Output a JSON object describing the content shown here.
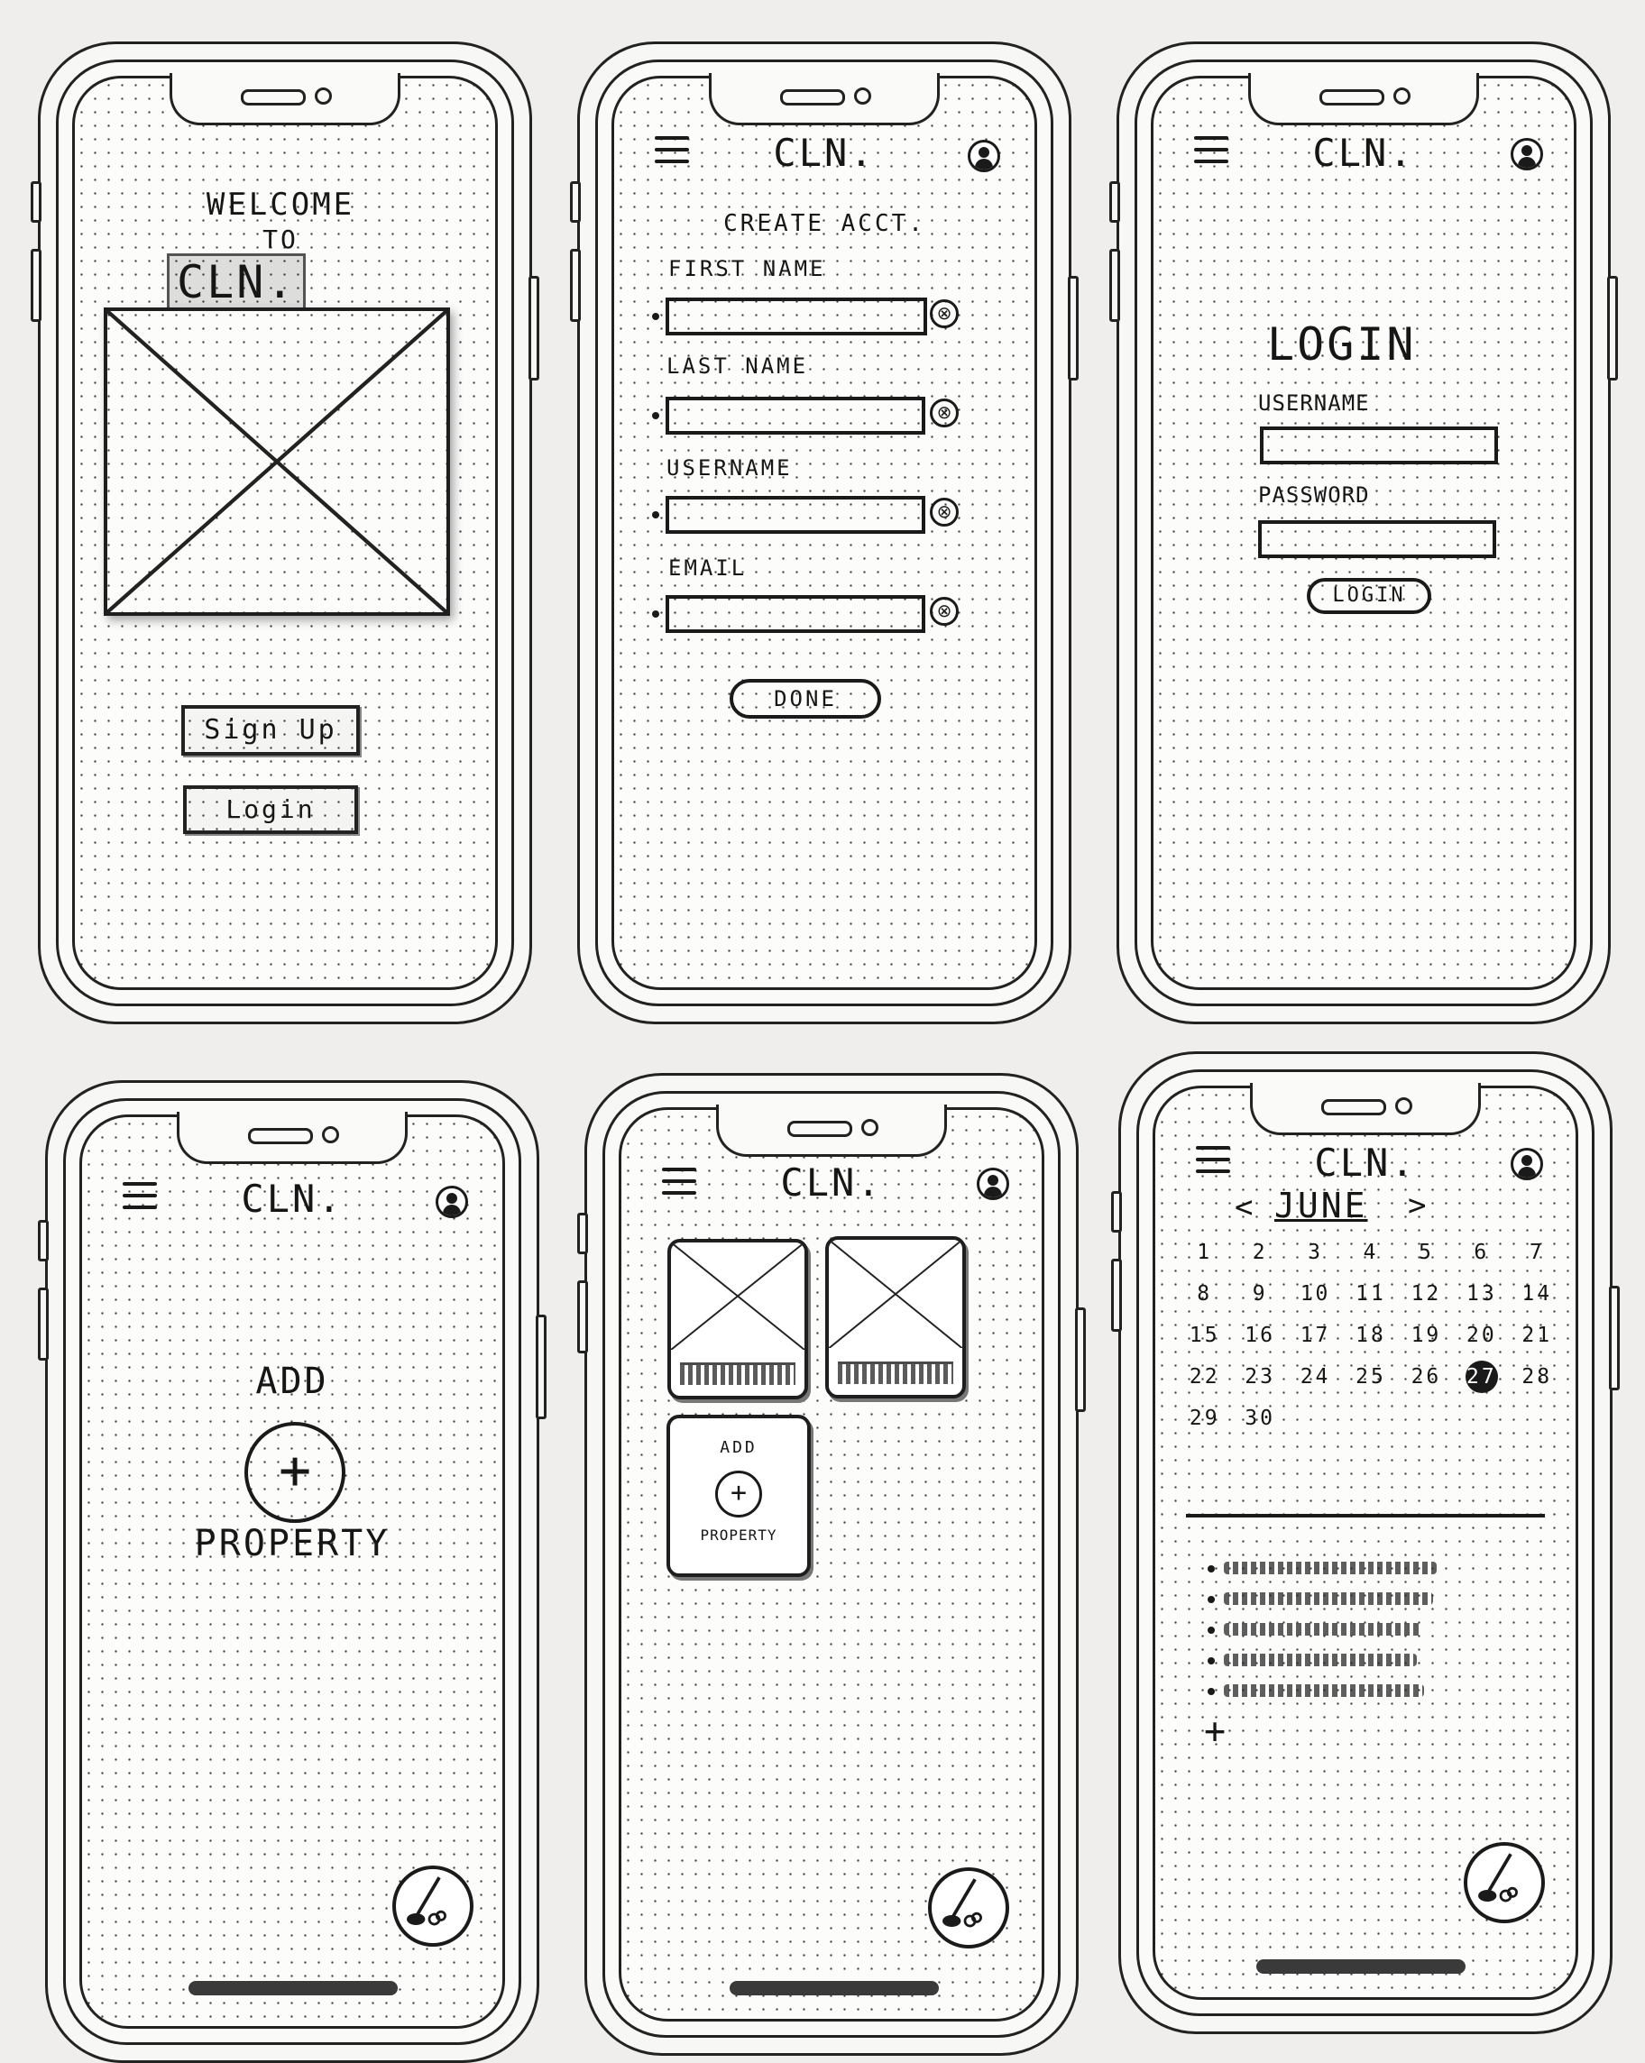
{
  "screens": {
    "welcome": {
      "heading": "WELCOME",
      "sub": "TO",
      "brand": "CLN.",
      "signup_label": "Sign Up",
      "login_label": "Login"
    },
    "create_account": {
      "brand": "CLN.",
      "title": "CREATE ACCT.",
      "fields": [
        {
          "label": "FIRST NAME"
        },
        {
          "label": "LAST NAME"
        },
        {
          "label": "USERNAME"
        },
        {
          "label": "EMAIL"
        }
      ],
      "done_label": "DONE"
    },
    "login": {
      "brand": "CLN.",
      "title": "LOGIN",
      "username_label": "USERNAME",
      "password_label": "PASSWORD",
      "button_label": "LOGIN"
    },
    "add_property": {
      "brand": "CLN.",
      "add_label": "ADD",
      "plus": "+",
      "property_label": "PROPERTY"
    },
    "properties": {
      "brand": "CLN.",
      "add_label": "ADD",
      "plus": "+",
      "property_label": "PROPERTY"
    },
    "calendar": {
      "brand": "CLN.",
      "month": "JUNE",
      "prev": "<",
      "next": ">",
      "days": [
        "1",
        "2",
        "3",
        "4",
        "5",
        "6",
        "7",
        "8",
        "9",
        "10",
        "11",
        "12",
        "13",
        "14",
        "15",
        "16",
        "17",
        "18",
        "19",
        "20",
        "21",
        "22",
        "23",
        "24",
        "25",
        "26",
        "27",
        "28",
        "29",
        "30"
      ],
      "selected_day": "27",
      "add_task": "+"
    }
  },
  "icons": {
    "menu": "hamburger-menu-icon",
    "profile": "avatar-icon",
    "clear": "clear-x-icon",
    "clean": "broom-icon"
  }
}
